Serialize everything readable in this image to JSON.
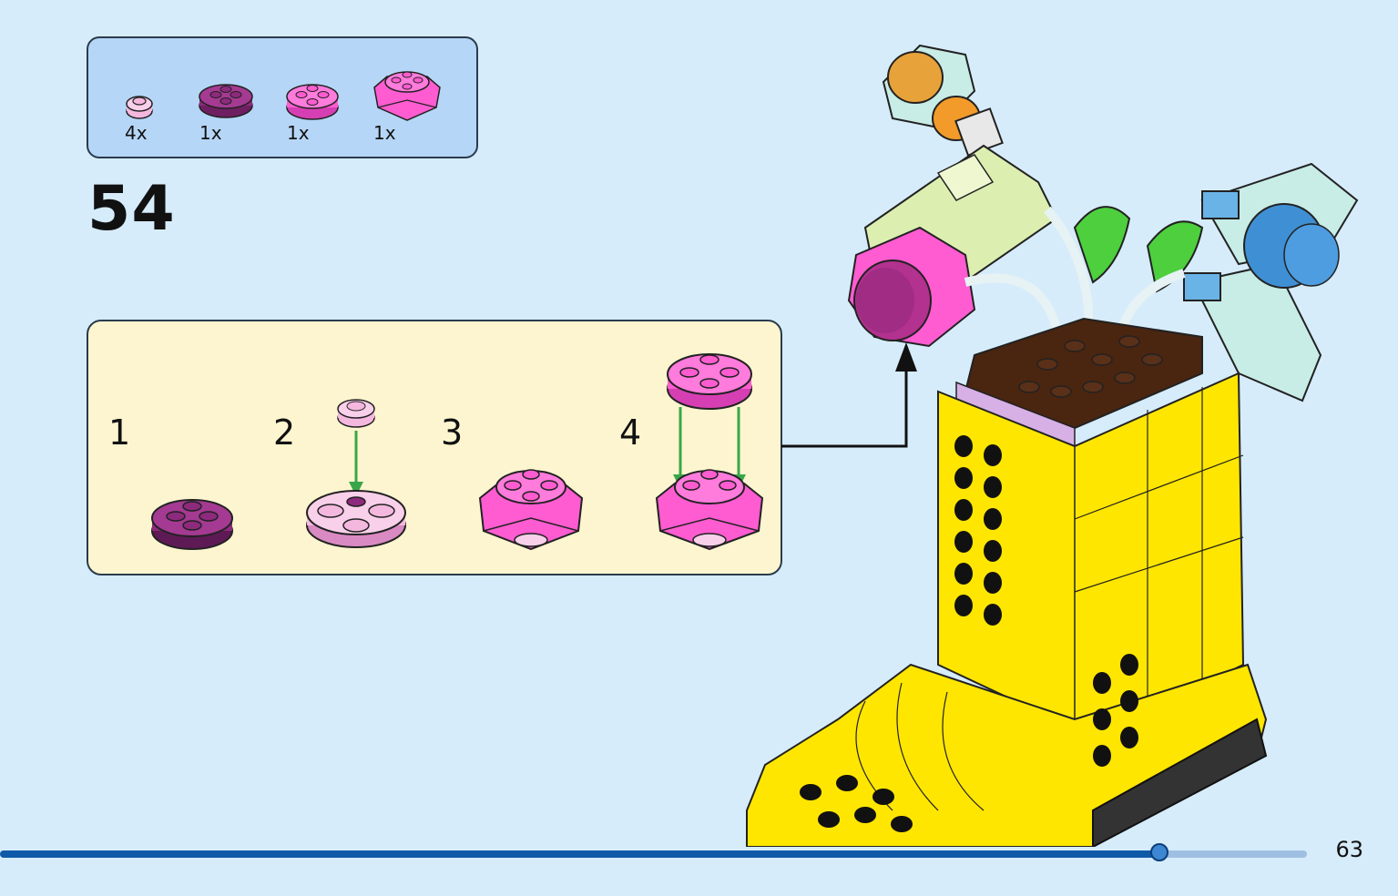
{
  "parts_list": {
    "items": [
      {
        "qty": "4x",
        "color": "#f4b8df"
      },
      {
        "qty": "1x",
        "color": "#8e2a7d"
      },
      {
        "qty": "1x",
        "color": "#ff5cd1"
      },
      {
        "qty": "1x",
        "color": "#ff5cd1"
      }
    ]
  },
  "step": {
    "number": "54"
  },
  "substeps": [
    {
      "label": "1"
    },
    {
      "label": "2"
    },
    {
      "label": "3"
    },
    {
      "label": "4"
    }
  ],
  "colors": {
    "background": "#d6ecfb",
    "parts_box": "#b5d6f6",
    "substep_box": "#fdf5cf",
    "arrow_green": "#3aa64a",
    "boot_yellow": "#ffe600",
    "flower_magenta": "#c0198e",
    "flower_blue": "#3f8fd4"
  },
  "progress": {
    "fraction": 0.887
  },
  "page": {
    "number": "63"
  }
}
